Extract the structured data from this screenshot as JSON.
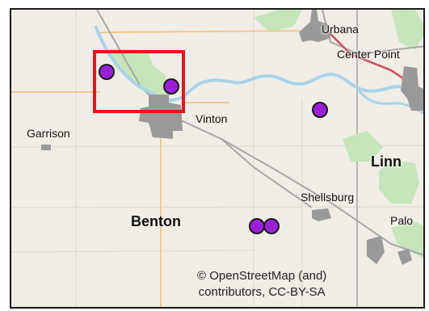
{
  "places": {
    "urbana": "Urbana",
    "center_point": "Center Point",
    "vinton": "Vinton",
    "garrison": "Garrison",
    "shellsburg": "Shellsburg",
    "palo": "Palo"
  },
  "counties": {
    "linn": "Linn",
    "benton": "Benton"
  },
  "attribution": {
    "line1": "© OpenStreetMap (and)",
    "line2": "contributors, CC-BY-SA"
  },
  "colors": {
    "land": "#f0ede7",
    "river": "#a9d3e8",
    "park": "#c6e5bb",
    "town": "#999999",
    "county_road": "#f2c98a",
    "highway": "#e8757f",
    "border": "#b5b5b5",
    "marker_fill": "#9b1fd8",
    "marker_stroke": "#1a1a1a",
    "highlight_box": "#e8141b"
  },
  "markers": [
    {
      "id": "marker-nw-1"
    },
    {
      "id": "marker-nw-2"
    },
    {
      "id": "marker-east-linn"
    },
    {
      "id": "marker-benton-1"
    },
    {
      "id": "marker-benton-2"
    }
  ],
  "highlight": {
    "shape": "rectangle",
    "color": "red"
  }
}
